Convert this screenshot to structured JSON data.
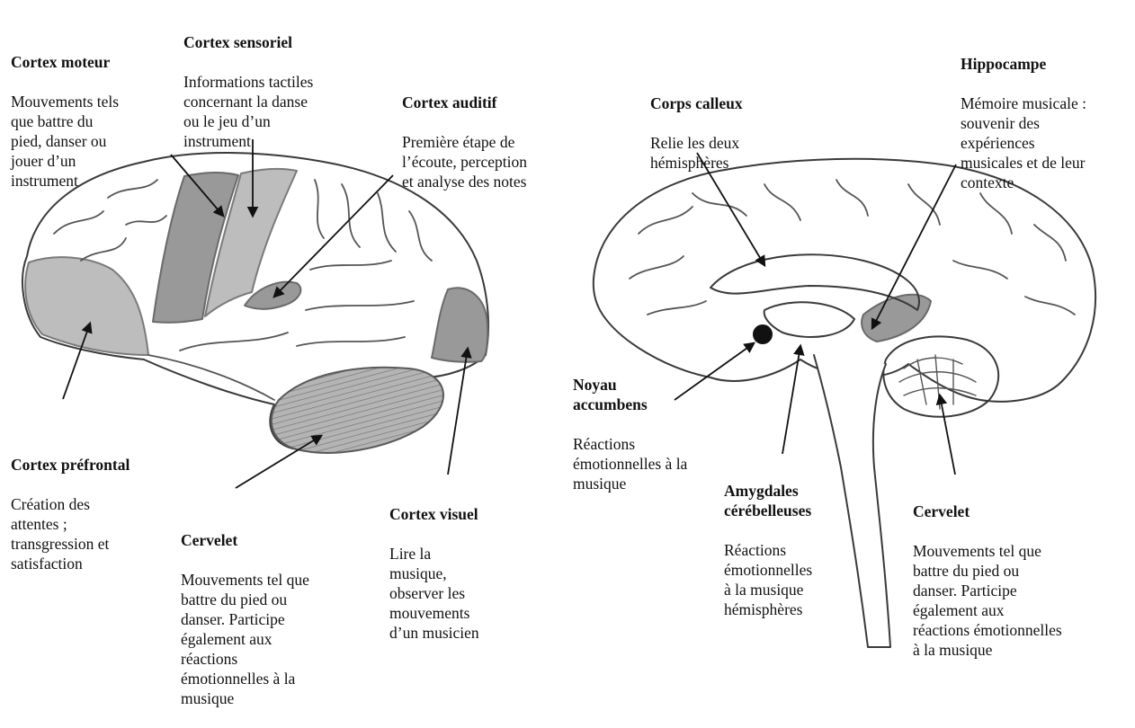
{
  "colors": {
    "background": "#ffffff",
    "outline": "#3a3a3a",
    "region_light": "#bdbdbd",
    "region_dark": "#999999",
    "text": "#111111"
  },
  "labels": {
    "cortex_moteur": {
      "title": "Cortex moteur",
      "desc": "Mouvements tels\nque battre du\npied, danser ou\njouer d’un\ninstrument"
    },
    "cortex_sensoriel": {
      "title": "Cortex sensoriel",
      "desc": "Informations tactiles\nconcernant la danse\nou le jeu d’un\ninstrument"
    },
    "cortex_auditif": {
      "title": "Cortex auditif",
      "desc": "Première étape de\nl’écoute, perception\net analyse des notes"
    },
    "cortex_prefrontal": {
      "title": "Cortex préfrontal",
      "desc": "Création des\nattentes ;\ntransgression et\nsatisfaction"
    },
    "cervelet_left": {
      "title": "Cervelet",
      "desc": "Mouvements tel que\nbattre du pied ou\ndanser. Participe\négalement aux\nréactions\némotionnelles à la\nmusique"
    },
    "cortex_visuel": {
      "title": "Cortex visuel",
      "desc": "Lire la\nmusique,\nobserver les\nmouvements\nd’un musicien"
    },
    "corps_calleux": {
      "title": "Corps calleux",
      "desc": "Relie les deux\nhémisphères"
    },
    "hippocampe": {
      "title": "Hippocampe",
      "desc": "Mémoire musicale :\nsouvenir des\nexpériences\nmusicales et de leur\ncontexte"
    },
    "noyau_accumbens": {
      "title": "Noyau\naccumbens",
      "desc": "Réactions\némotionnelles à la\nmusique"
    },
    "amygdales": {
      "title": "Amygdales\ncérébelleuses",
      "desc": "Réactions\némotionnelles\nà la musique\nhémisphères"
    },
    "cervelet_right": {
      "title": "Cervelet",
      "desc": "Mouvements tel que\nbattre du pied ou\ndanser. Participe\négalement aux\nréactions émotionnelles\nà la musique"
    }
  }
}
